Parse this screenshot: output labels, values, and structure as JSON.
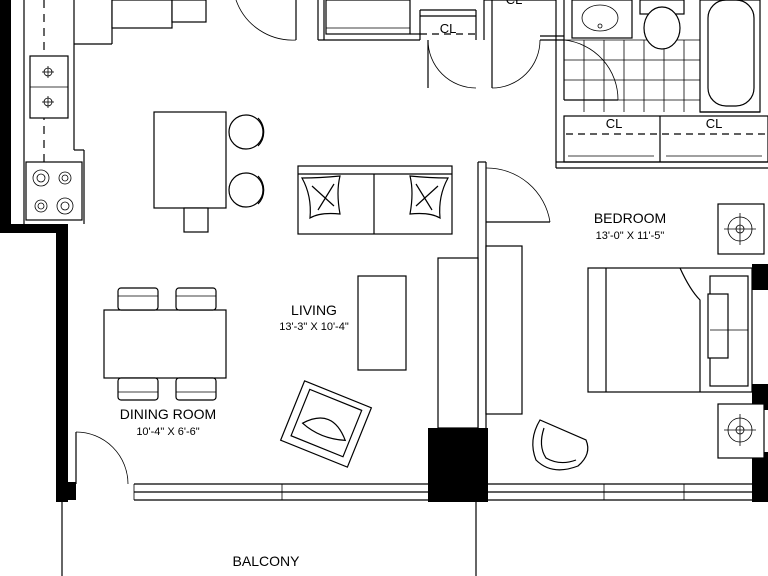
{
  "rooms": {
    "living": {
      "name": "LIVING",
      "dims": "13'-3\" X 10'-4\""
    },
    "dining": {
      "name": "DINING ROOM",
      "dims": "10'-4\" X 6'-6\""
    },
    "bedroom": {
      "name": "BEDROOM",
      "dims": "13'-0\" X 11'-5\""
    },
    "balcony": {
      "name": "BALCONY"
    }
  },
  "closets": {
    "hall_left": "CL",
    "hall_right": "CL",
    "bedroom_left": "CL",
    "bedroom_right": "CL"
  }
}
